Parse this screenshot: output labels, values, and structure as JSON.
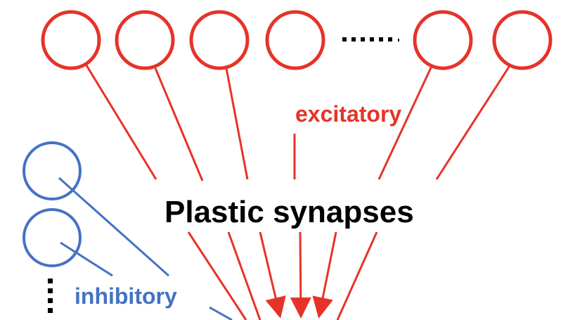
{
  "labels": {
    "excitatory": "excitatory",
    "plastic": "Plastic synapses",
    "inhibitory": "inhibitory"
  },
  "colors": {
    "excitatory": "#e63329",
    "inhibitory": "#4472c4",
    "text": "#000000"
  },
  "excitatory_neurons": 6,
  "inhibitory_neurons": 2
}
